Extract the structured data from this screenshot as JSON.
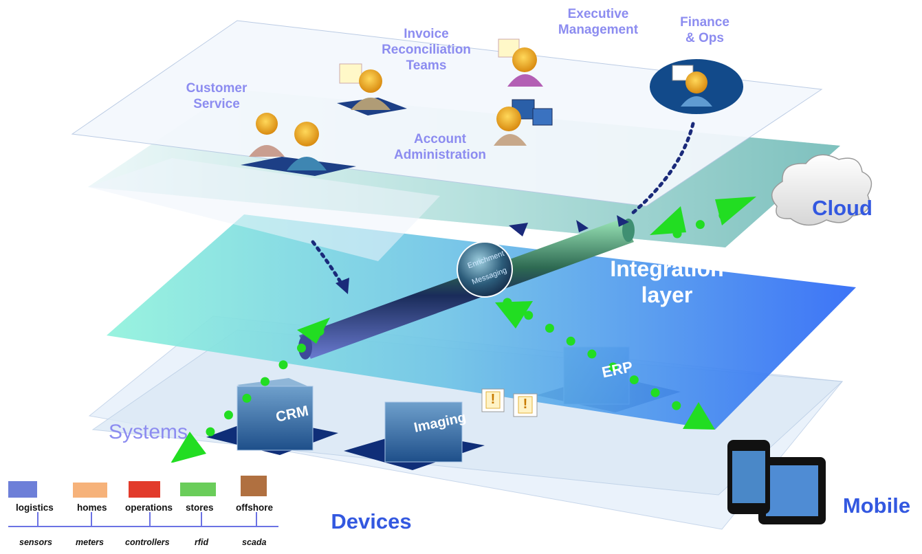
{
  "roles": {
    "customer_service": "Customer\nService",
    "invoice": "Invoice\nReconciliation\nTeams",
    "executive": "Executive\nManagement",
    "finance": "Finance\n& Ops",
    "account": "Account\nAdministration"
  },
  "layers": {
    "integration": "Integration\nlayer",
    "cloud": "Cloud",
    "systems": "Systems",
    "devices": "Devices",
    "mobile": "Mobile"
  },
  "bus": {
    "enrichment": "Enrichment",
    "messaging": "Messaging"
  },
  "systems": {
    "crm": "CRM",
    "imaging": "Imaging",
    "erp": "ERP",
    "alert": "!"
  },
  "devices": {
    "categories": [
      "logistics",
      "homes",
      "operations",
      "stores",
      "offshore"
    ],
    "types": [
      "sensors",
      "meters",
      "controllers",
      "rfid",
      "scada"
    ]
  },
  "colors": {
    "label_purple": "#8c8cf0",
    "label_blue": "#3358e0",
    "arrow_green": "#22dd22",
    "arrow_navy": "#1a2a7a",
    "integration_left": "#8ff0dc",
    "integration_right": "#2f6ef5"
  }
}
